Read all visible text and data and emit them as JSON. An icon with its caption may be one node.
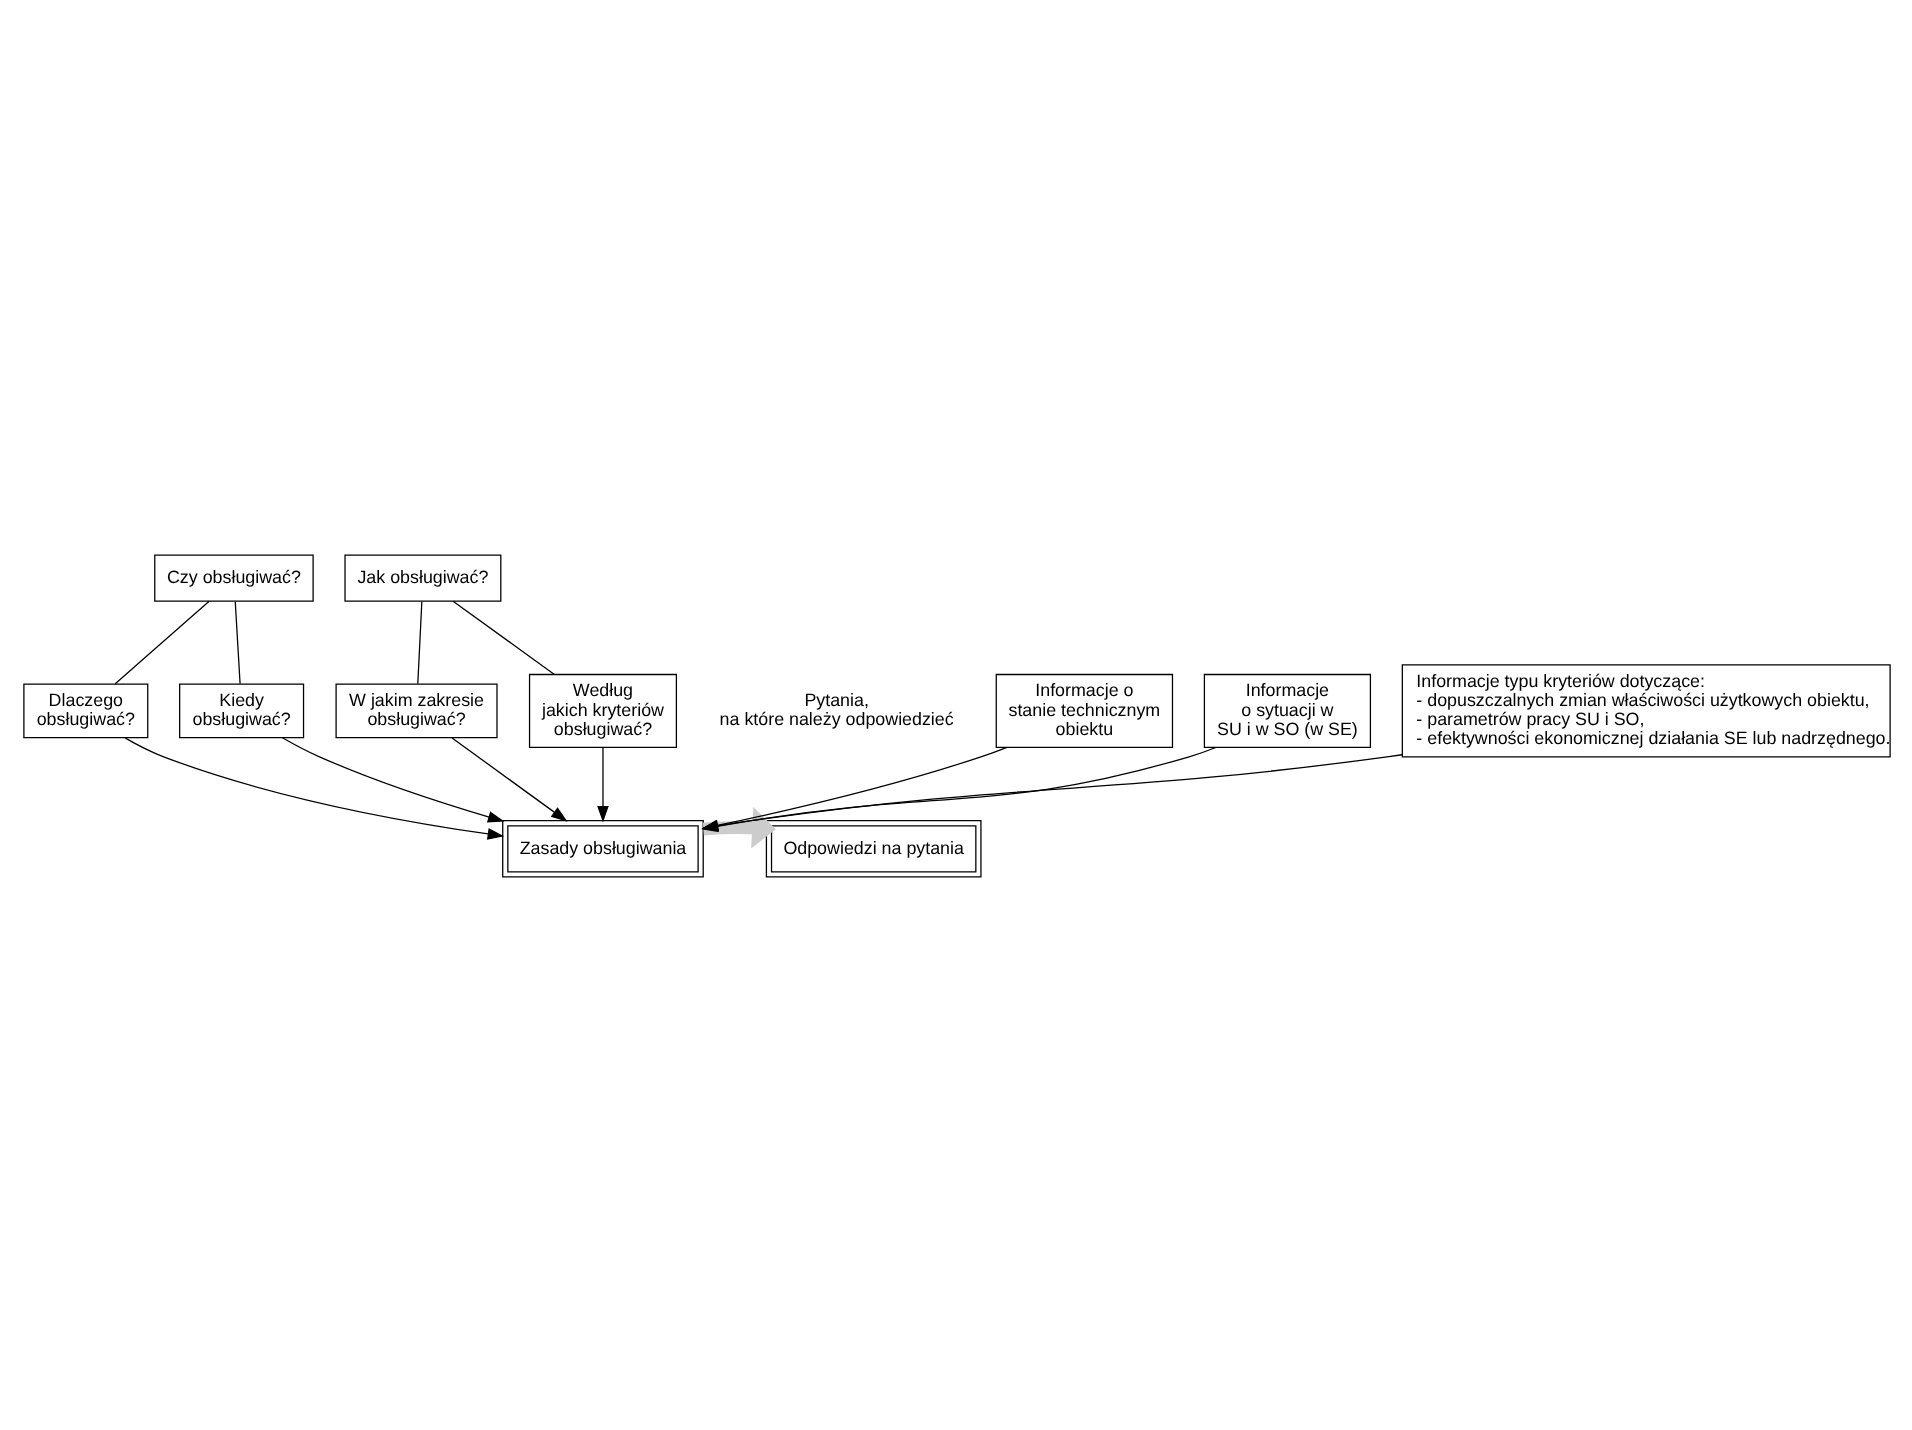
{
  "diagram": {
    "nodes": [
      {
        "text": [
          "Czy obsługiwać?"
        ]
      },
      {
        "text": [
          "Jak obsługiwać?"
        ]
      },
      {
        "text": [
          "Dlaczego obsługiwać?"
        ]
      },
      {
        "text": [
          "Kiedy obsługiwać?"
        ]
      },
      {
        "text": [
          "W jakim zakresie obsługiwać?"
        ]
      },
      {
        "text": [
          "Według jakich kryteriów obsługiwać?"
        ]
      },
      {
        "text": [
          "Zasady obsługiwania"
        ]
      },
      {
        "text": [
          "Odpowiedzi na pytania"
        ]
      },
      {
        "text": [
          "Informacje o stanie technicznym obiektu"
        ]
      },
      {
        "text": [
          "Informacje o sytuacji w SU i w SO (w SE)"
        ]
      },
      {
        "text": [
          "Informacje typu kryteriów dotyczące:",
          "- dopuszczalnych zmian właściwości użytkowych obiektu,",
          "- parametrów pracy SU i SO,",
          "- efektywności ekonomicznej działania SE lub nadrzędnego."
        ]
      }
    ],
    "edges": [
      {
        "from": 0,
        "to": 2,
        "arrow": "none"
      },
      {
        "from": 0,
        "to": 3,
        "arrow": "none"
      },
      {
        "from": 1,
        "to": 4,
        "arrow": "none"
      },
      {
        "from": 1,
        "to": 5,
        "arrow": "none"
      },
      {
        "from": 2,
        "to": 6,
        "arrow": "to"
      },
      {
        "from": 3,
        "to": 6,
        "arrow": "to"
      },
      {
        "from": 4,
        "to": 6,
        "arrow": "to"
      },
      {
        "from": 5,
        "to": 6,
        "arrow": "to"
      },
      {
        "from": 6,
        "to": 7,
        "arrow": "to",
        "style": "thick",
        "color": "#cccccc"
      },
      {
        "from": 8,
        "to": 6,
        "arrow": "to"
      },
      {
        "from": 9,
        "to": 6,
        "arrow": "to"
      },
      {
        "from": 10,
        "to": 6,
        "arrow": "to"
      }
    ],
    "labels": [
      "Pytania, na które należy odpowiedzieć"
    ]
  }
}
